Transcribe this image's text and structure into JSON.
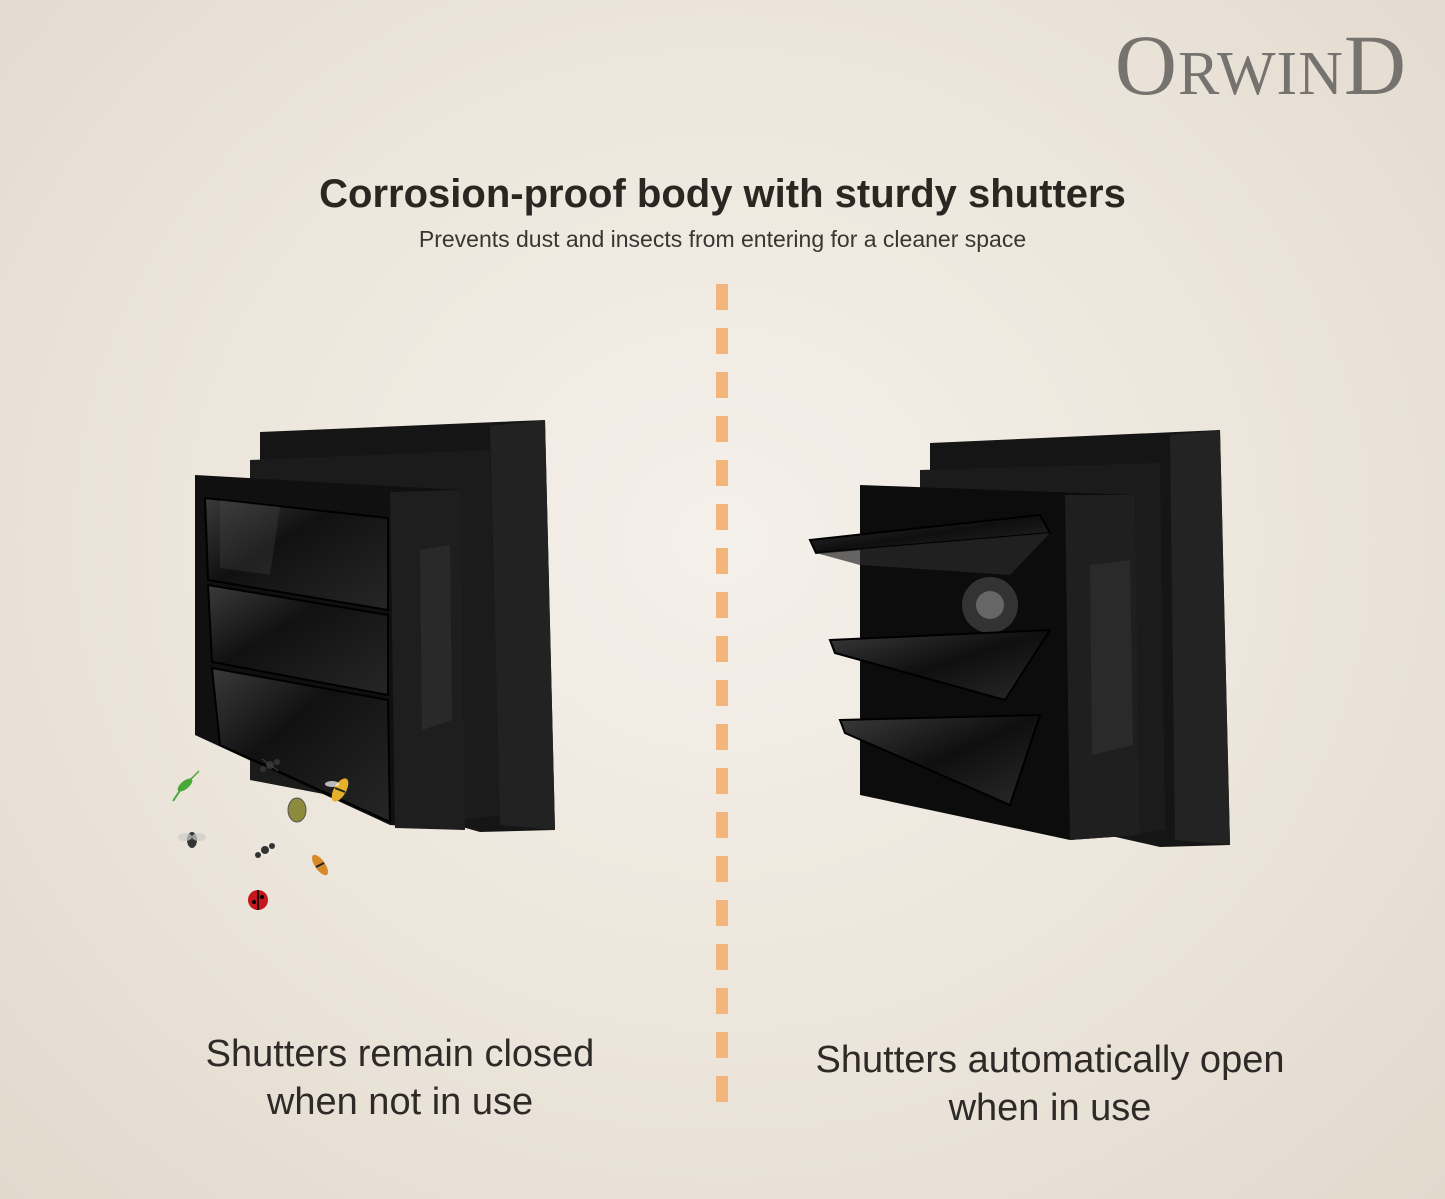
{
  "brand": {
    "first_letter": "O",
    "rest": "RWIN",
    "last_letter": "D"
  },
  "header": {
    "title": "Corrosion-proof body with sturdy shutters",
    "subtitle": "Prevents dust and insects from entering for a cleaner space"
  },
  "panels": {
    "left": {
      "caption_line1": "Shutters remain closed",
      "caption_line2": "when not in use",
      "state": "closed"
    },
    "right": {
      "caption_line1": "Shutters automatically open",
      "caption_line2": "when in use",
      "state": "open"
    }
  },
  "colors": {
    "accent": "#f3b57c",
    "brand_text": "#76736f",
    "text": "#2b2622",
    "product": "#141414"
  },
  "icons": [
    "fly-icon",
    "wasp-icon",
    "ladybug-icon",
    "ant-icon",
    "grasshopper-icon",
    "stink-bug-icon"
  ]
}
